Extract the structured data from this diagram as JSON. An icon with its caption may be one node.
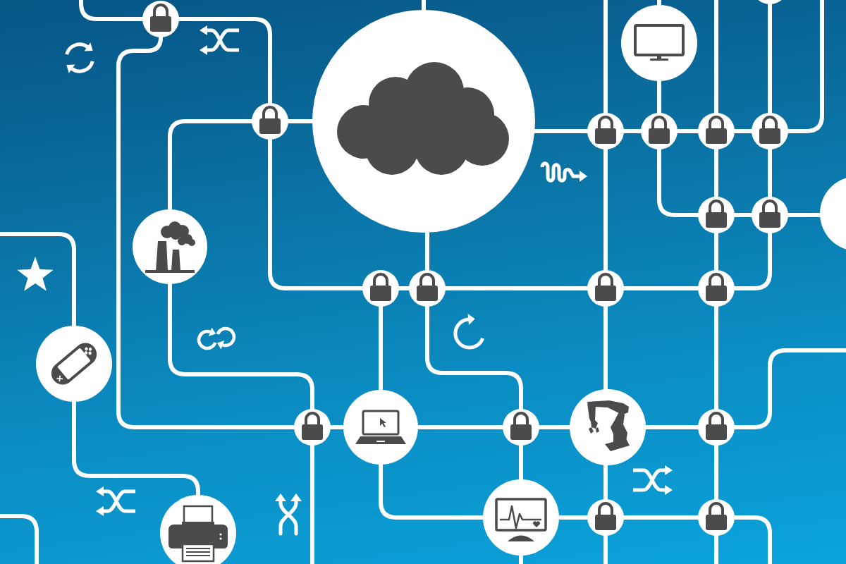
{
  "diagram": {
    "nodes": [
      {
        "text": [],
        "shape": "lock"
      },
      {
        "text": [],
        "shape": "cloud"
      },
      {
        "text": [],
        "shape": "picture"
      },
      {
        "text": [],
        "shape": "circle"
      },
      {
        "text": [],
        "shape": "lock"
      },
      {
        "text": [],
        "shape": "lock"
      },
      {
        "text": [],
        "shape": "lock"
      },
      {
        "text": [],
        "shape": "lock"
      },
      {
        "text": [],
        "shape": "lock"
      },
      {
        "text": [],
        "shape": "lock"
      },
      {
        "text": [],
        "shape": "lock"
      },
      {
        "text": [],
        "shape": "circle"
      },
      {
        "text": [],
        "shape": "picture"
      },
      {
        "text": [],
        "shape": "lock"
      },
      {
        "text": [],
        "shape": "lock"
      },
      {
        "text": [],
        "shape": "lock"
      },
      {
        "text": [],
        "shape": "lock"
      },
      {
        "text": [],
        "shape": "picture"
      },
      {
        "text": [],
        "shape": "lock"
      },
      {
        "text": [],
        "shape": "picture"
      },
      {
        "text": [],
        "shape": "lock"
      },
      {
        "text": [],
        "shape": "picture"
      },
      {
        "text": [],
        "shape": "lock"
      },
      {
        "text": [],
        "shape": "picture"
      },
      {
        "text": [],
        "shape": "lock"
      },
      {
        "text": [],
        "shape": "lock"
      },
      {
        "text": [],
        "shape": "picture"
      }
    ],
    "edges": [
      {
        "from": null,
        "to": 0,
        "arrow": "none"
      },
      {
        "from": 0,
        "to": 4,
        "arrow": "none"
      },
      {
        "from": 0,
        "to": 18,
        "arrow": "none"
      },
      {
        "from": 4,
        "to": 1,
        "arrow": "none"
      },
      {
        "from": 4,
        "to": 12,
        "arrow": "none"
      },
      {
        "from": 4,
        "to": 13,
        "arrow": "none"
      },
      {
        "from": 1,
        "to": null,
        "arrow": "none"
      },
      {
        "from": 1,
        "to": 5,
        "arrow": "none"
      },
      {
        "from": 1,
        "to": 14,
        "arrow": "none"
      },
      {
        "from": 5,
        "to": null,
        "arrow": "none"
      },
      {
        "from": 5,
        "to": 6,
        "arrow": "none"
      },
      {
        "from": 5,
        "to": 15,
        "arrow": "none"
      },
      {
        "from": 2,
        "to": null,
        "arrow": "none"
      },
      {
        "from": 2,
        "to": 6,
        "arrow": "none"
      },
      {
        "from": 6,
        "to": 7,
        "arrow": "none"
      },
      {
        "from": 6,
        "to": 9,
        "arrow": "none"
      },
      {
        "from": 7,
        "to": null,
        "arrow": "none"
      },
      {
        "from": 7,
        "to": 8,
        "arrow": "none"
      },
      {
        "from": 7,
        "to": 9,
        "arrow": "none"
      },
      {
        "from": 3,
        "to": 8,
        "arrow": "none"
      },
      {
        "from": 8,
        "to": null,
        "arrow": "none"
      },
      {
        "from": 8,
        "to": 10,
        "arrow": "none"
      },
      {
        "from": 9,
        "to": 10,
        "arrow": "none"
      },
      {
        "from": 9,
        "to": 16,
        "arrow": "none"
      },
      {
        "from": 10,
        "to": 11,
        "arrow": "none"
      },
      {
        "from": 10,
        "to": 16,
        "arrow": "none"
      },
      {
        "from": 12,
        "to": 18,
        "arrow": "none"
      },
      {
        "from": 13,
        "to": 14,
        "arrow": "none"
      },
      {
        "from": 13,
        "to": 19,
        "arrow": "none"
      },
      {
        "from": 14,
        "to": 15,
        "arrow": "none"
      },
      {
        "from": 14,
        "to": 20,
        "arrow": "none"
      },
      {
        "from": 15,
        "to": 16,
        "arrow": "none"
      },
      {
        "from": 15,
        "to": 21,
        "arrow": "none"
      },
      {
        "from": 16,
        "to": 22,
        "arrow": "none"
      },
      {
        "from": null,
        "to": 17,
        "arrow": "none"
      },
      {
        "from": 17,
        "to": 26,
        "arrow": "none"
      },
      {
        "from": 18,
        "to": 19,
        "arrow": "none"
      },
      {
        "from": 18,
        "to": null,
        "arrow": "none"
      },
      {
        "from": 19,
        "to": 20,
        "arrow": "none"
      },
      {
        "from": 19,
        "to": 23,
        "arrow": "none"
      },
      {
        "from": 20,
        "to": 21,
        "arrow": "none"
      },
      {
        "from": 20,
        "to": 23,
        "arrow": "none"
      },
      {
        "from": 21,
        "to": 22,
        "arrow": "none"
      },
      {
        "from": 21,
        "to": 24,
        "arrow": "none"
      },
      {
        "from": 22,
        "to": null,
        "arrow": "none"
      },
      {
        "from": 22,
        "to": 25,
        "arrow": "none"
      },
      {
        "from": 23,
        "to": 24,
        "arrow": "none"
      },
      {
        "from": 23,
        "to": null,
        "arrow": "none"
      },
      {
        "from": 24,
        "to": 25,
        "arrow": "none"
      },
      {
        "from": 24,
        "to": null,
        "arrow": "none"
      },
      {
        "from": 25,
        "to": null,
        "arrow": "none"
      },
      {
        "from": 25,
        "to": null,
        "arrow": "none"
      }
    ]
  }
}
